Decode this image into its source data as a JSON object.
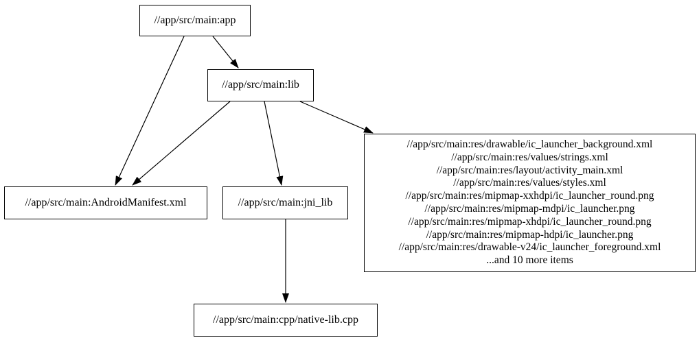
{
  "diagram": {
    "type": "dependency-graph",
    "background_color": "#ffffff",
    "edge_color": "#000000",
    "node_border_color": "#000000",
    "nodes": {
      "app": {
        "label": "//app/src/main:app"
      },
      "lib": {
        "label": "//app/src/main:lib"
      },
      "manifest": {
        "label": "//app/src/main:AndroidManifest.xml"
      },
      "jni_lib": {
        "label": "//app/src/main:jni_lib"
      },
      "native_lib": {
        "label": "//app/src/main:cpp/native-lib.cpp"
      },
      "resources": {
        "lines": [
          "//app/src/main:res/drawable/ic_launcher_background.xml",
          "//app/src/main:res/values/strings.xml",
          "//app/src/main:res/layout/activity_main.xml",
          "//app/src/main:res/values/styles.xml",
          "//app/src/main:res/mipmap-xxhdpi/ic_launcher_round.png",
          "//app/src/main:res/mipmap-mdpi/ic_launcher.png",
          "//app/src/main:res/mipmap-xhdpi/ic_launcher_round.png",
          "//app/src/main:res/mipmap-hdpi/ic_launcher.png",
          "//app/src/main:res/drawable-v24/ic_launcher_foreground.xml",
          "...and 10 more items"
        ]
      }
    },
    "edges": [
      {
        "from": "app",
        "to": "lib"
      },
      {
        "from": "app",
        "to": "manifest"
      },
      {
        "from": "lib",
        "to": "manifest"
      },
      {
        "from": "lib",
        "to": "jni_lib"
      },
      {
        "from": "lib",
        "to": "resources"
      },
      {
        "from": "jni_lib",
        "to": "native_lib"
      }
    ]
  }
}
